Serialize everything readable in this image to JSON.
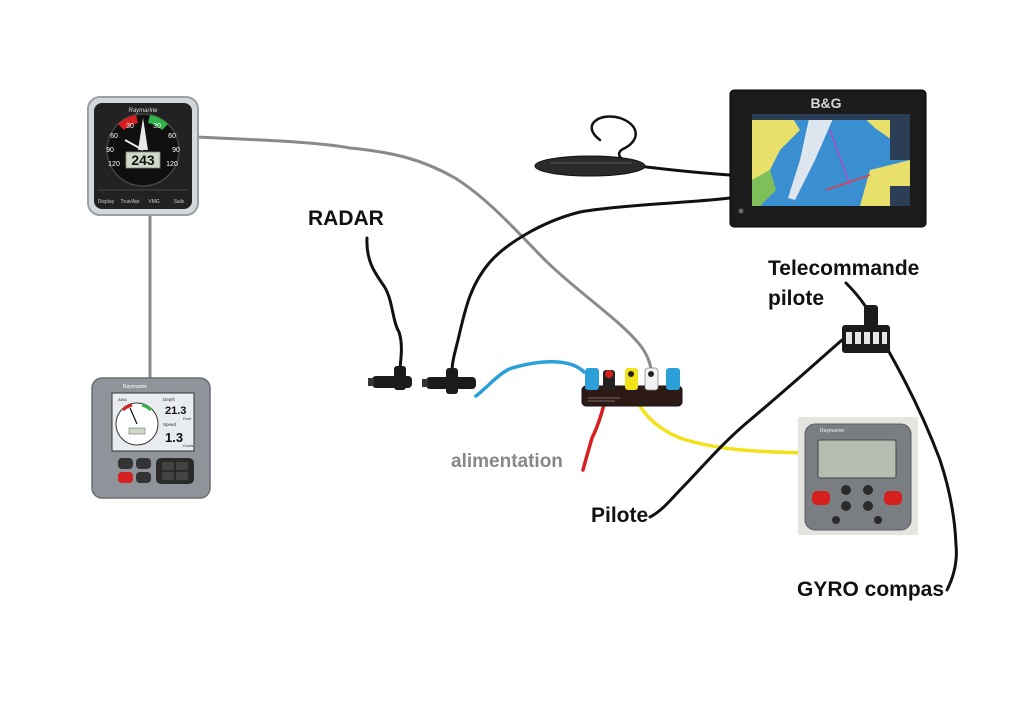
{
  "labels": {
    "radar": "RADAR",
    "telecommande_line1": "Telecommande",
    "telecommande_line2": "pilote",
    "alimentation": "alimentation",
    "pilote": "Pilote",
    "gyro": "GYRO compas"
  },
  "devices": {
    "wind_instrument": {
      "brand": "Raymarine",
      "reading": "243",
      "scale": [
        "30",
        "30",
        "60",
        "60",
        "90",
        "90",
        "120",
        "120"
      ],
      "buttons": [
        "Display",
        "True/Apt",
        "VMG",
        "Sails"
      ],
      "icon": "wind-gauge-icon"
    },
    "chartplotter": {
      "brand": "B&G",
      "icon": "chart-map-icon"
    },
    "multifunction_display": {
      "brand": "Raymarine",
      "sub_labels": [
        "AWA",
        "Depth",
        "21.3",
        "Feet",
        "Speed",
        "1.3",
        "Knots"
      ],
      "icon": "analog-dial-icon"
    },
    "autopilot_controller": {
      "brand": "Raymarine",
      "icon": "autopilot-keypad-icon"
    },
    "backbone_connector": {
      "icon": "network-backbone-icon"
    }
  },
  "colors": {
    "cable_black": "#111111",
    "cable_grey": "#8a8a8a",
    "cable_blue": "#2a9fd8",
    "cable_red": "#d62020",
    "cable_yellow": "#f2e21a",
    "device_dark": "#2a2a2a",
    "device_grey": "#8f949a",
    "screen_sea": "#3a8fd0",
    "screen_land": "#e8e06a"
  }
}
